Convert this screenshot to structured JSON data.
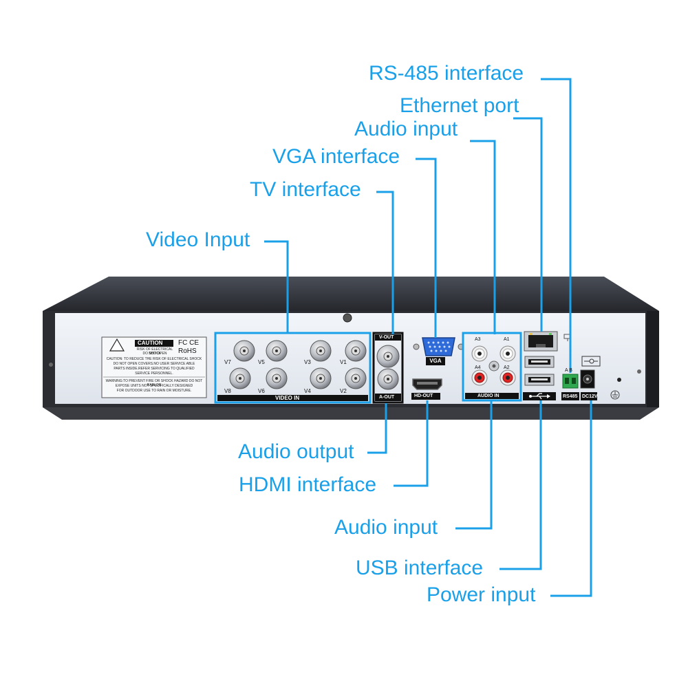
{
  "callouts": {
    "rs485": "RS-485 interface",
    "ethernet": "Ethernet port",
    "audio_input_top": "Audio input",
    "vga": "VGA interface",
    "tv": "TV interface",
    "video_input": "Video Input",
    "audio_output": "Audio output",
    "hdmi": "HDMI interface",
    "audio_input_bottom": "Audio input",
    "usb": "USB interface",
    "power": "Power input"
  },
  "panel": {
    "video_in": "VIDEO IN",
    "channels": {
      "v1": "V1",
      "v2": "V2",
      "v3": "V3",
      "v4": "V4",
      "v5": "V5",
      "v6": "V6",
      "v7": "V7",
      "v8": "V8"
    },
    "v_out": "V-OUT",
    "a_out": "A-OUT",
    "vga": "VGA",
    "hd_out": "HD-OUT",
    "audio_in": "AUDIO IN",
    "audio_channels": {
      "a1": "A1",
      "a2": "A2",
      "a3": "A3",
      "a4": "A4"
    },
    "rs485": "RS485",
    "rs485_pins": "A  B",
    "dc12v": "DC12V",
    "caution": {
      "title": "CAUTION",
      "sub1": "RISK OF ELECTRICAL SHOCK",
      "sub2": "DO NOT OPEN",
      "certs1": "FC CE",
      "certs2": "RoHS",
      "line1": "CAUTION: TO REDUCE THE RISK OF ELECTRICAL SHOCK",
      "line2": "DO NOT OPEN COVERS.NO USER SERVICE ABLE",
      "line3": "PARTS INSIDE.REFER SERVICING TO QUALIFIED",
      "line4": "SERVICE PERSONNEL.",
      "line5": "WARNING:TO PREVENT FIRE OR SHOCK HAZARD DO NOT RAIN OR",
      "line6": "EXPOSE UNITS NOT SPECIFICALLY DESIGNED",
      "line7": "FOR OUTDOOR USE TO RAIN OR MOISTURE."
    }
  },
  "colors": {
    "accent": "#1aa0e8",
    "chassis_top": "#3a3d44",
    "panel": "#e8ecf2"
  }
}
